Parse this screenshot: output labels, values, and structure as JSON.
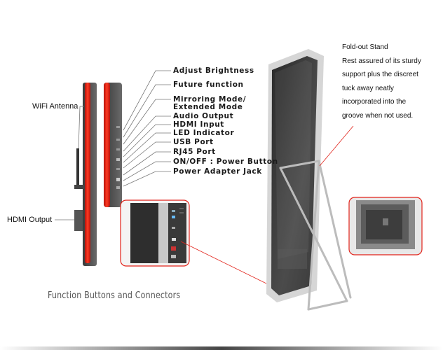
{
  "callouts": [
    "Adjust Brightness",
    "Future function",
    "Mirroring Mode/",
    "Extended Mode",
    "Audio Output",
    "HDMI Input",
    "LED Indicator",
    "USB Port",
    "RJ45 Port",
    "ON/OFF : Power Button",
    "Power Adapter Jack"
  ],
  "left_labels": {
    "wifi": "WiFi Antenna",
    "hdmi_output": "HDMI Output"
  },
  "stand": {
    "title": "Fold-out Stand",
    "lines": [
      "Rest assured of its sturdy",
      "support plus the discreet",
      "tuck away neatly",
      "incorporated into the",
      "groove when not used."
    ]
  },
  "caption": "Function Buttons and Connectors",
  "colors": {
    "accent_red": "#e2231a",
    "panel_dark": "#4a4a4a",
    "frame_silver": "#c8c8c8"
  }
}
